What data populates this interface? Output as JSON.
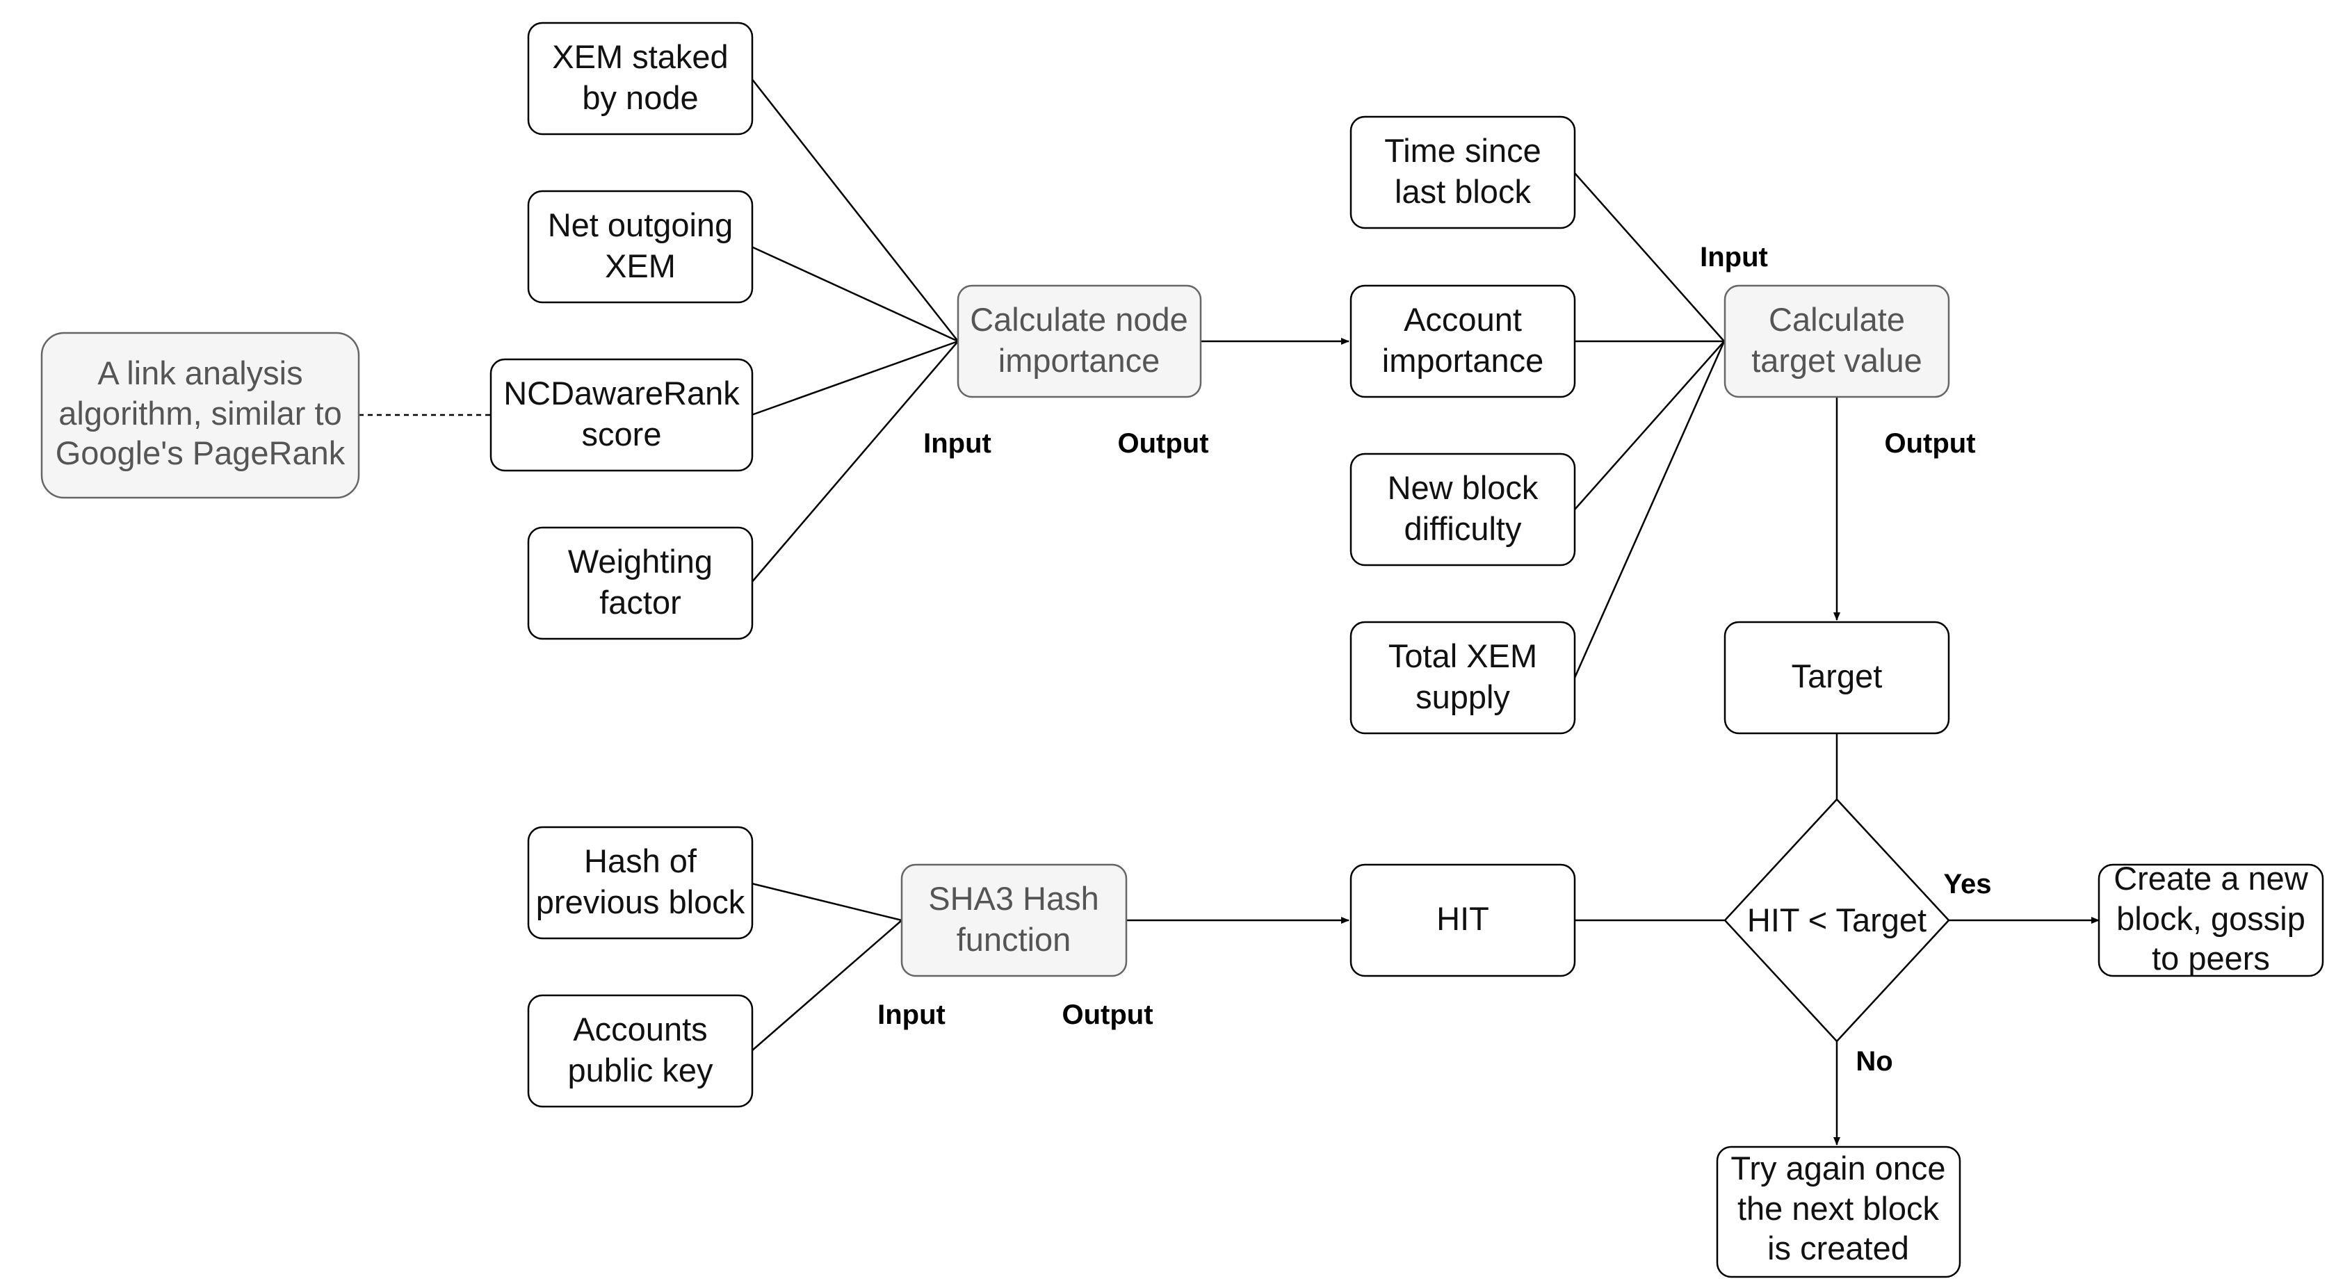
{
  "nodes": {
    "xem_staked": [
      "XEM staked",
      "by node"
    ],
    "net_outgoing": [
      "Net outgoing",
      "XEM"
    ],
    "ncdaware": [
      "NCDawareRank",
      "score"
    ],
    "weighting": [
      "Weighting",
      "factor"
    ],
    "link_analysis": [
      "A link analysis",
      "algorithm, similar to",
      "Google's PageRank"
    ],
    "calc_node_importance": [
      "Calculate node",
      "importance"
    ],
    "time_since": [
      "Time since",
      "last block"
    ],
    "account_importance": [
      "Account",
      "importance"
    ],
    "new_block_difficulty": [
      "New block",
      "difficulty"
    ],
    "total_xem": [
      "Total XEM",
      "supply"
    ],
    "calc_target": [
      "Calculate",
      "target value"
    ],
    "target": [
      "Target"
    ],
    "hash_prev": [
      "Hash of",
      "previous block"
    ],
    "accounts_pubkey": [
      "Accounts",
      "public key"
    ],
    "sha3": [
      "SHA3 Hash",
      "function"
    ],
    "hit": [
      "HIT"
    ],
    "decision": [
      "HIT < Target"
    ],
    "create_block": [
      "Create a new",
      "block, gossip",
      "to peers"
    ],
    "try_again": [
      "Try again once",
      "the next block",
      "is created"
    ]
  },
  "labels": {
    "input_1": "Input",
    "output_1": "Output",
    "input_2": "Input",
    "output_2": "Output",
    "input_3": "Input",
    "output_3": "Output",
    "yes": "Yes",
    "no": "No"
  },
  "colors": {
    "stroke": "#000000",
    "process_fill": "#f5f5f5",
    "process_stroke": "#666666",
    "process_text": "#555555"
  }
}
